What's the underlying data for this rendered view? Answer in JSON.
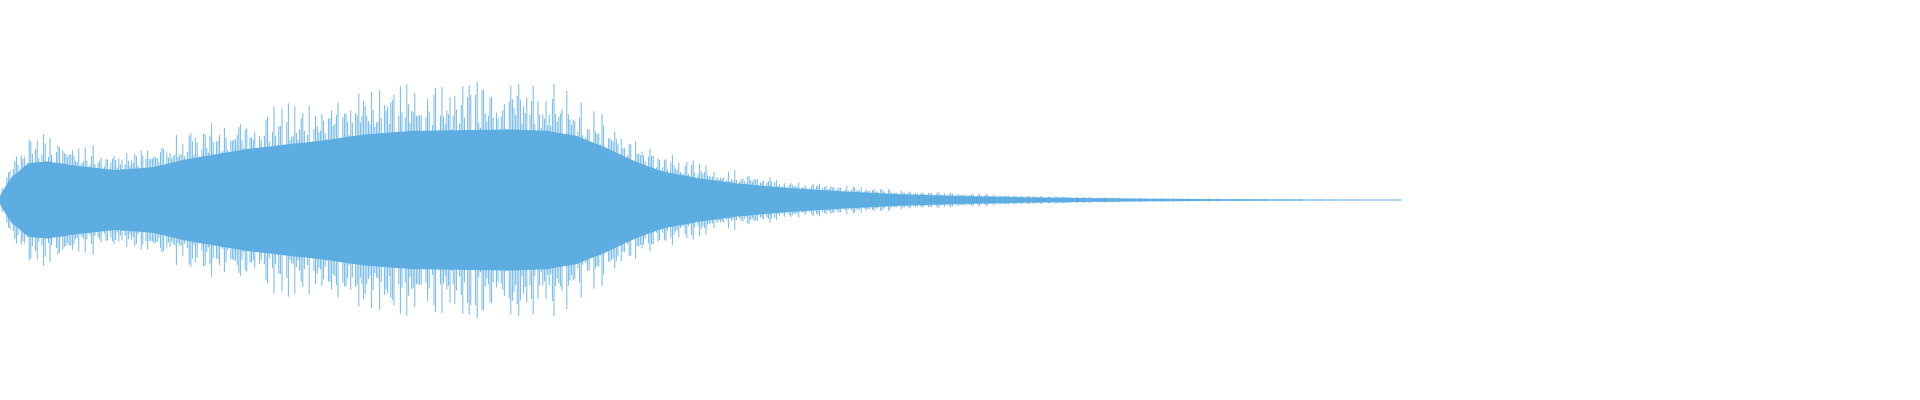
{
  "waveform": {
    "color": "#5dade2",
    "background": "#ffffff",
    "duration_fraction_shown": 0.73,
    "envelope_points": [
      [
        0.0,
        0.06
      ],
      [
        0.006,
        0.32
      ],
      [
        0.015,
        0.52
      ],
      [
        0.025,
        0.54
      ],
      [
        0.04,
        0.48
      ],
      [
        0.06,
        0.42
      ],
      [
        0.08,
        0.46
      ],
      [
        0.095,
        0.56
      ],
      [
        0.11,
        0.63
      ],
      [
        0.13,
        0.72
      ],
      [
        0.15,
        0.78
      ],
      [
        0.17,
        0.84
      ],
      [
        0.19,
        0.92
      ],
      [
        0.215,
        0.97
      ],
      [
        0.24,
        0.98
      ],
      [
        0.265,
        0.99
      ],
      [
        0.285,
        0.97
      ],
      [
        0.3,
        0.9
      ],
      [
        0.315,
        0.74
      ],
      [
        0.33,
        0.55
      ],
      [
        0.345,
        0.4
      ],
      [
        0.365,
        0.3
      ],
      [
        0.385,
        0.23
      ],
      [
        0.41,
        0.17
      ],
      [
        0.44,
        0.12
      ],
      [
        0.47,
        0.08
      ],
      [
        0.5,
        0.055
      ],
      [
        0.54,
        0.035
      ],
      [
        0.58,
        0.022
      ],
      [
        0.62,
        0.014
      ],
      [
        0.66,
        0.009
      ],
      [
        0.7,
        0.006
      ],
      [
        0.73,
        0.004
      ]
    ],
    "inner_ratio": 0.62
  }
}
